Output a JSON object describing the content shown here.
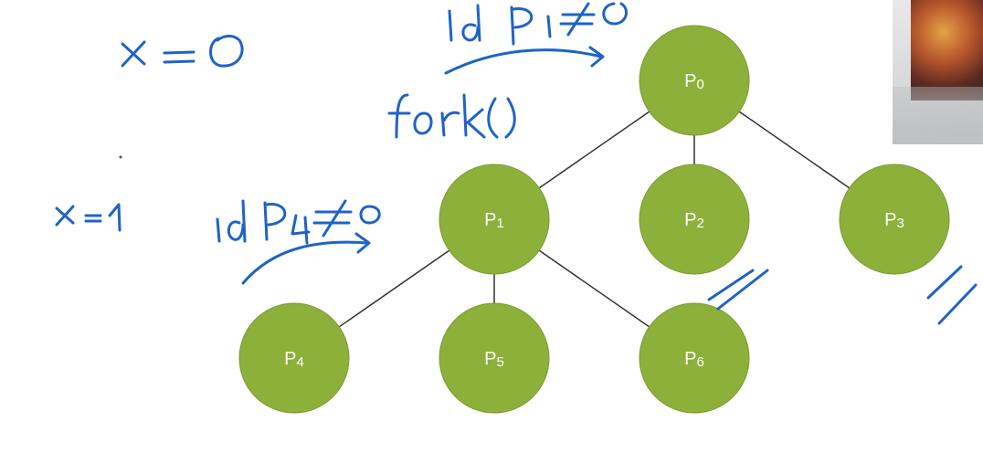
{
  "nodes": [
    {
      "id": "p0",
      "letter": "P",
      "sub": "0"
    },
    {
      "id": "p1",
      "letter": "P",
      "sub": "1"
    },
    {
      "id": "p2",
      "letter": "P",
      "sub": "2"
    },
    {
      "id": "p3",
      "letter": "P",
      "sub": "3"
    },
    {
      "id": "p4",
      "letter": "P",
      "sub": "4"
    },
    {
      "id": "p5",
      "letter": "P",
      "sub": "5"
    },
    {
      "id": "p6",
      "letter": "P",
      "sub": "6"
    }
  ],
  "edges": [
    [
      "p0",
      "p1"
    ],
    [
      "p0",
      "p2"
    ],
    [
      "p0",
      "p3"
    ],
    [
      "p1",
      "p4"
    ],
    [
      "p1",
      "p5"
    ],
    [
      "p1",
      "p6"
    ]
  ],
  "annotations": {
    "x_equals_0": "x = 0",
    "x_equals_1": "x = 1",
    "id_p1": "id P1 ≠ 0",
    "fork": "fork()",
    "id_p4": "id P4 ≠ 0"
  },
  "colors": {
    "node_fill": "#8db03a",
    "node_stroke": "#7a9b2e",
    "edge": "#333333",
    "ink": "#1f63c8"
  }
}
